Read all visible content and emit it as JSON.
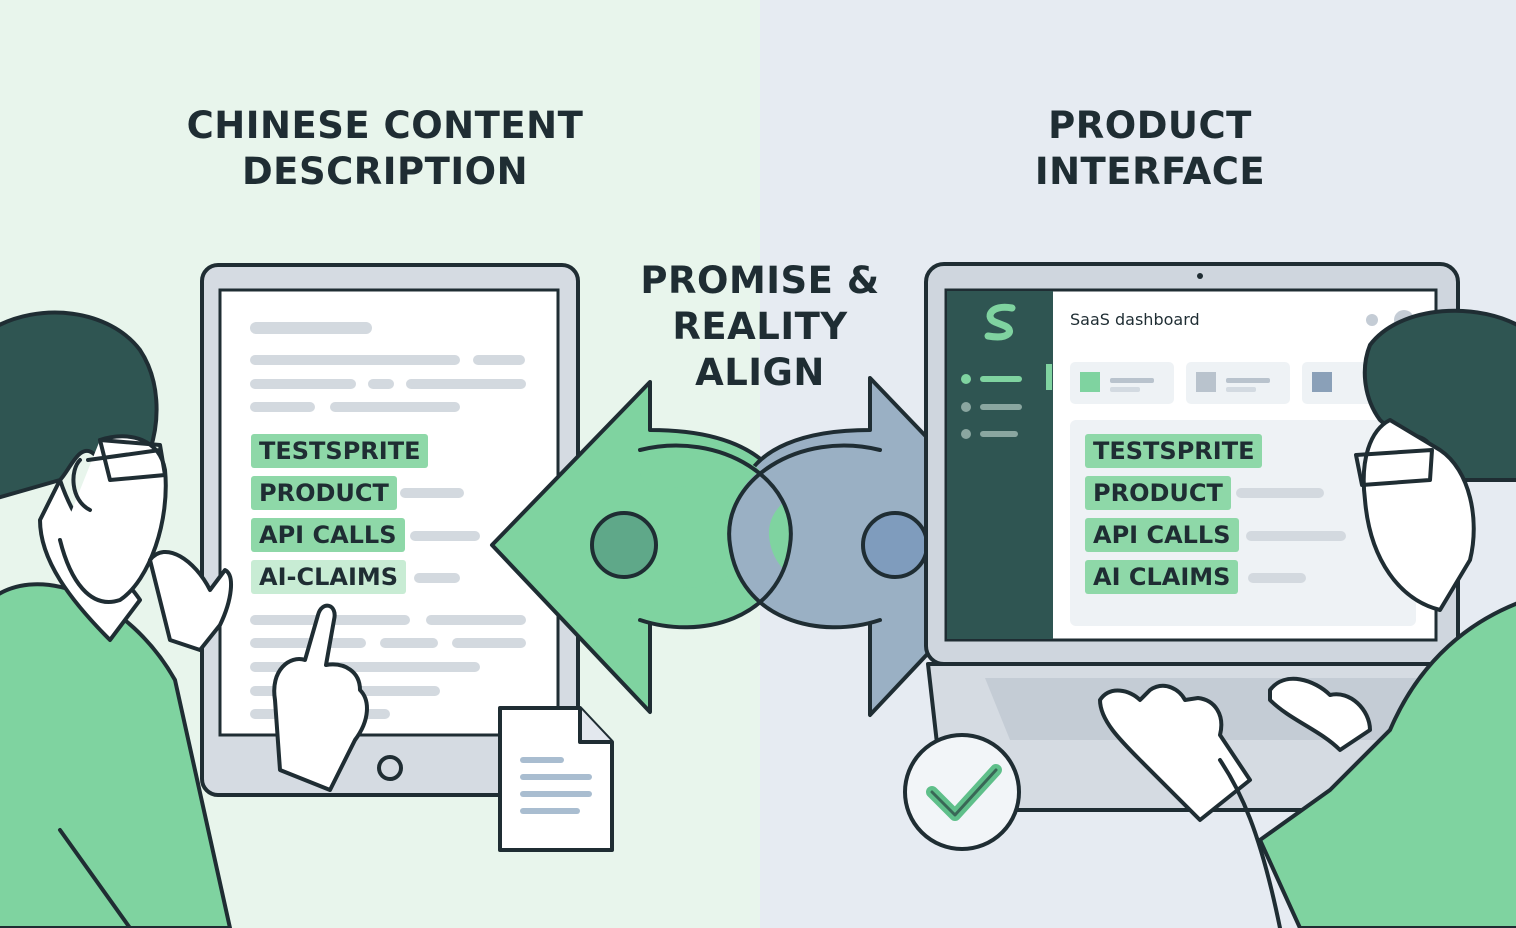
{
  "headings": {
    "left": {
      "line1": "CHINESE CONTENT",
      "line2": "DESCRIPTION"
    },
    "right": {
      "line1": "PRODUCT",
      "line2": "INTERFACE"
    },
    "center": {
      "line1": "PROMISE &",
      "line2": "REALITY",
      "line3": "ALIGN"
    }
  },
  "document_tags": [
    "TESTSPRITE",
    "PRODUCT",
    "API CALLS",
    "AI-CLAIMS"
  ],
  "dashboard": {
    "title": "SaaS dashboard",
    "logo_letter": "S",
    "tags": [
      "TESTSPRITE",
      "PRODUCT",
      "API CALLS",
      "AI CLAIMS"
    ]
  },
  "icons": [
    "person-left-icon",
    "tablet-icon",
    "document-icon",
    "arrow-left-icon",
    "arrow-right-icon",
    "chain-link-icon",
    "laptop-icon",
    "checkmark-icon",
    "person-right-icon"
  ],
  "colors": {
    "left_bg": "#e8f5ec",
    "right_bg": "#e6ebf2",
    "green": "#7fd3a0",
    "blue_gray": "#9ab0c4",
    "dark_teal": "#2f5552",
    "outline": "#1f2d33"
  }
}
